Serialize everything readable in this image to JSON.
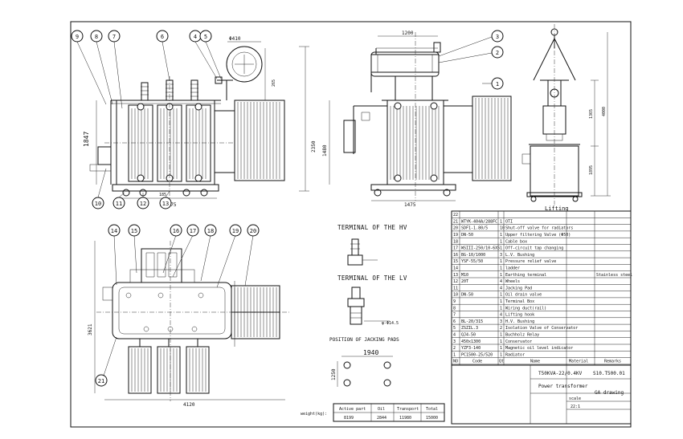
{
  "views": {
    "front": {
      "dims": [
        "Φ410",
        "1847",
        "2350",
        "265",
        "185",
        "1475"
      ]
    },
    "side": {
      "dims": [
        "1200",
        "1480",
        "1475"
      ]
    },
    "lifting": {
      "label": "Lifting",
      "dims": [
        "1365",
        "1895",
        "4000"
      ]
    },
    "top": {
      "dims": [
        "3621",
        "4120"
      ]
    }
  },
  "callouts_front": [
    "9",
    "8",
    "7",
    "6",
    "4",
    "5",
    "10",
    "11",
    "12",
    "13"
  ],
  "callouts_side": [
    "3",
    "2",
    "1"
  ],
  "callouts_top": [
    "14",
    "15",
    "16",
    "17",
    "18",
    "19",
    "20",
    "21"
  ],
  "terminals": {
    "hv_title": "TERMINAL OF THE HV",
    "lv_title": "TERMINAL OF THE LV",
    "lv_dim": "φ-Φ14.5",
    "jacking_title": "POSITION OF JACKING PADS",
    "jacking_dims": [
      "1940",
      "1250"
    ]
  },
  "parts": [
    {
      "no": "22",
      "code": "",
      "qty": "",
      "name": "",
      "material": "",
      "remarks": ""
    },
    {
      "no": "21",
      "code": "WTYK-404A/288FC",
      "qty": "1",
      "name": "OTI",
      "material": "",
      "remarks": ""
    },
    {
      "no": "20",
      "code": "SDF1-1.80/5",
      "qty": "10",
      "name": "Shut-off valve for radiators",
      "material": "",
      "remarks": ""
    },
    {
      "no": "19",
      "code": "DN-50",
      "qty": "1",
      "name": "Upper filtering Valve (Φ50)",
      "material": "",
      "remarks": ""
    },
    {
      "no": "18",
      "code": "",
      "qty": "1",
      "name": "Cable box",
      "material": "",
      "remarks": ""
    },
    {
      "no": "17",
      "code": "WSIII-250/10-6X5",
      "qty": "1",
      "name": "Off-circuit tap changing",
      "material": "",
      "remarks": ""
    },
    {
      "no": "16",
      "code": "BG-10/1000",
      "qty": "3",
      "name": "L.V. Bushing",
      "material": "",
      "remarks": ""
    },
    {
      "no": "15",
      "code": "YSF-55/50",
      "qty": "1",
      "name": "Pressure relief valve",
      "material": "",
      "remarks": ""
    },
    {
      "no": "14",
      "code": "",
      "qty": "1",
      "name": "ladder",
      "material": "",
      "remarks": ""
    },
    {
      "no": "13",
      "code": "M10",
      "qty": "1",
      "name": "Earthing terminal",
      "material": "",
      "remarks": "Stainless steel"
    },
    {
      "no": "12",
      "code": "20T",
      "qty": "4",
      "name": "Wheels",
      "material": "",
      "remarks": ""
    },
    {
      "no": "11",
      "code": "",
      "qty": "4",
      "name": "Jacking Pad",
      "material": "",
      "remarks": ""
    },
    {
      "no": "10",
      "code": "DN-50",
      "qty": "1",
      "name": "Oil drain valve",
      "material": "",
      "remarks": ""
    },
    {
      "no": "9",
      "code": "",
      "qty": "1",
      "name": "Terminal Box",
      "material": "",
      "remarks": ""
    },
    {
      "no": "8",
      "code": "",
      "qty": "1",
      "name": "Wiring duct(rail)",
      "material": "",
      "remarks": ""
    },
    {
      "no": "7",
      "code": "",
      "qty": "4",
      "name": "Lifting hook",
      "material": "",
      "remarks": ""
    },
    {
      "no": "6",
      "code": "BL-20/315",
      "qty": "3",
      "name": "H.V. Bushing",
      "material": "",
      "remarks": ""
    },
    {
      "no": "5",
      "code": "ZSZIL.3",
      "qty": "2",
      "name": "Isolation Valve of Conservator",
      "material": "",
      "remarks": ""
    },
    {
      "no": "4",
      "code": "QJ4-50",
      "qty": "1",
      "name": "Buchholz Relay",
      "material": "",
      "remarks": ""
    },
    {
      "no": "3",
      "code": "450x1300",
      "qty": "1",
      "name": "Conservator",
      "material": "",
      "remarks": ""
    },
    {
      "no": "2",
      "code": "YZF3-140",
      "qty": "1",
      "name": "Magnetic oil level indicator",
      "material": "",
      "remarks": ""
    },
    {
      "no": "1",
      "code": "PC1500-25/520",
      "qty": "1",
      "name": "Radiator",
      "material": "",
      "remarks": ""
    }
  ],
  "parts_header": {
    "no": "NO",
    "code": "Code",
    "qty": "Qt",
    "name": "Name",
    "material": "Material",
    "remarks": "Remarks"
  },
  "title_block": {
    "model": "T50KVA-22/0.4KV",
    "name": "Power transformer",
    "drawing_no": "S10.T500.01",
    "drawing_type": "GA drawing",
    "scale_label": "scale",
    "scale": "22:1"
  },
  "weights": {
    "label": "weight(kg):",
    "headers": [
      "Active part",
      "Oil",
      "Transport",
      "Total"
    ],
    "values": [
      "8199",
      "2844",
      "11980",
      "15000"
    ]
  }
}
